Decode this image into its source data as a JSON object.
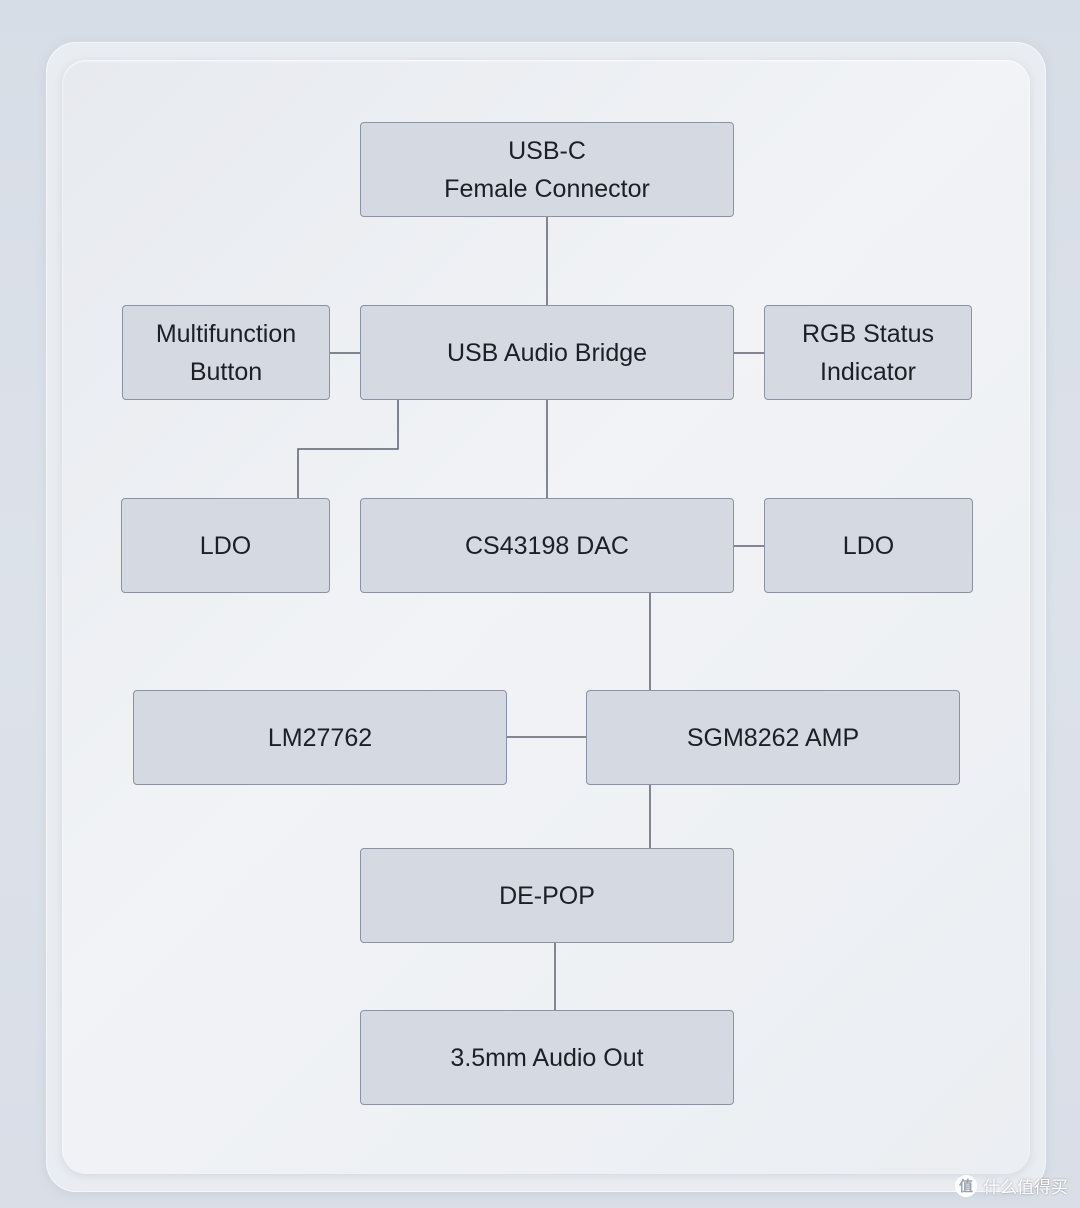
{
  "diagram": {
    "blocks": {
      "usb_c": "USB-C\nFemale Connector",
      "multifunction_button": "Multifunction\nButton",
      "usb_audio_bridge": "USB Audio Bridge",
      "rgb_status": "RGB Status\nIndicator",
      "ldo_left": "LDO",
      "dac": "CS43198 DAC",
      "ldo_right": "LDO",
      "lm27762": "LM27762",
      "amp": "SGM8262 AMP",
      "depop": "DE-POP",
      "audio_out": "3.5mm Audio Out"
    },
    "colors": {
      "block_fill": "#d4d9e2",
      "block_border": "#8a93a3",
      "connector": "#5c6370"
    }
  },
  "watermark": {
    "logo_glyph": "值",
    "text": "什么值得买"
  }
}
